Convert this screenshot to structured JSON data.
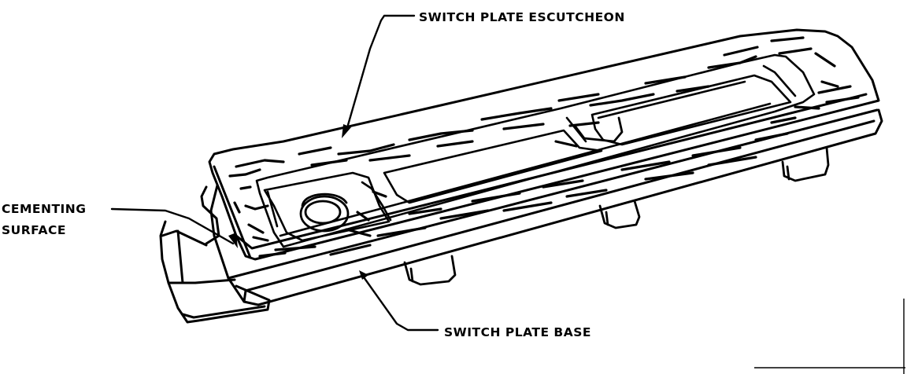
{
  "figure": {
    "labels": {
      "escutcheon": "SWITCH PLATE ESCUTCHEON",
      "cementing_line1": "CEMENTING",
      "cementing_line2": "SURFACE",
      "base": "SWITCH PLATE BASE"
    }
  }
}
